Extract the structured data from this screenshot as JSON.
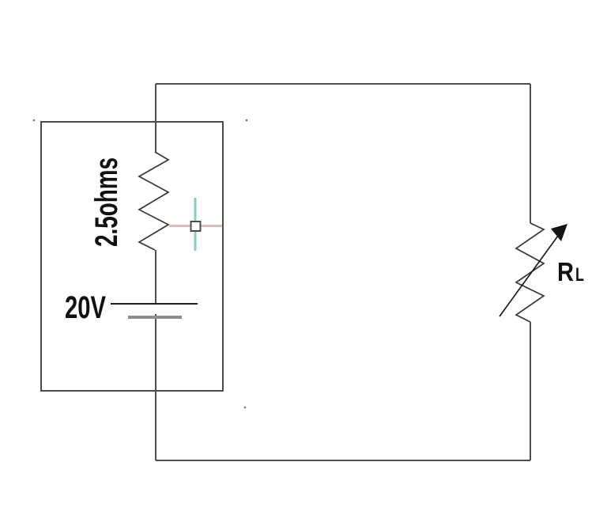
{
  "diagram": {
    "labels": {
      "series_resistor_value": "2.5ohms",
      "source_voltage": "20V",
      "load_resistor_symbol": "R",
      "load_resistor_subscript": "L"
    },
    "colors": {
      "background": "#ffffff",
      "wire": "#4f4f4f",
      "component_stroke": "#373737",
      "box_stroke": "#4a4a4a",
      "battery_positive_plate": "#1c1c1c",
      "battery_negative_plate": "#8e8e8e",
      "text": "#111111",
      "arrow": "#141414",
      "crosshair_vertical": "#87d3b1",
      "crosshair_horizontal": "#dcbdbd",
      "pick_box_stroke": "#4c4c4c",
      "artifact_dot": "#6f6f6f"
    }
  }
}
